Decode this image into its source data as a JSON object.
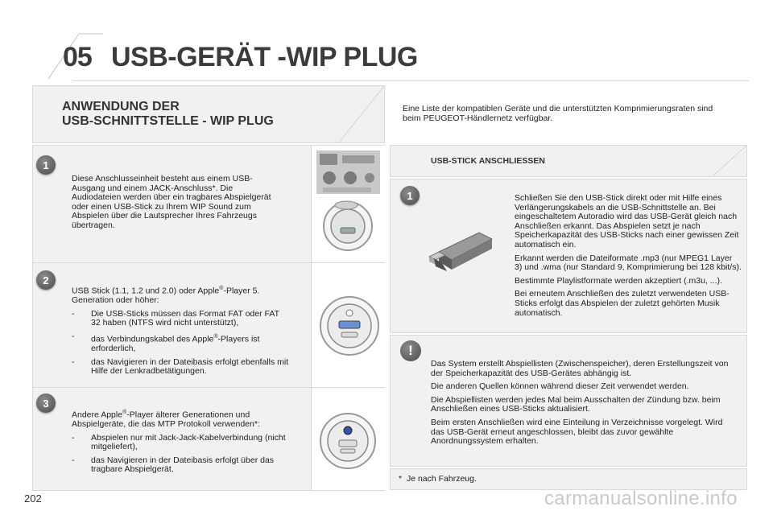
{
  "header": {
    "chapter_number": "05",
    "chapter_title": "USB-GERÄT -WIP PLUG"
  },
  "left": {
    "heading_line1": "ANWENDUNG DER",
    "heading_line2": "USB-SCHNITTSTELLE - WIP PLUG",
    "section1": {
      "badge": "1",
      "text": "Diese Anschlusseinheit besteht aus einem USB-Ausgang und einem JACK-Anschluss*. Die Audiodateien werden über ein tragbares Abspielgerät oder einen USB-Stick zu Ihrem WIP Sound zum Abspielen über die Lautsprecher Ihres Fahrzeugs übertragen."
    },
    "section2": {
      "badge": "2",
      "intro_before": "USB Stick (1.1, 1.2 und 2.0) oder Apple",
      "intro_sup": "®",
      "intro_after": "-Player 5. Generation oder höher:",
      "dash": "-",
      "item1": "Die USB-Sticks müssen das Format FAT oder FAT 32 haben (NTFS wird nicht unterstützt),",
      "item2_before": "das Verbindungskabel des Apple",
      "item2_sup": "®",
      "item2_after": "-Players ist erforderlich,",
      "item3": "das Navigieren in der Dateibasis erfolgt ebenfalls mit Hilfe der Lenkradbetätigungen."
    },
    "section3": {
      "badge": "3",
      "intro_before": "Andere Apple",
      "intro_sup": "®",
      "intro_after": "-Player älterer Generationen und Abspielgeräte, die das MTP Protokoll verwenden*:",
      "dash": "-",
      "item1": "Abspielen nur mit Jack-Jack-Kabelverbindung (nicht mitgeliefert),",
      "item2": "das Navigieren in der Dateibasis erfolgt über das tragbare Abspielgerät."
    }
  },
  "right": {
    "intro": "Eine Liste der kompatiblen Geräte und die unterstützten Komprimierungsraten sind beim PEUGEOT-Händlernetz verfügbar.",
    "usb_heading": "USB-STICK ANSCHLIESSEN",
    "usb_badge": "1",
    "usb_p1": "Schließen Sie den USB-Stick direkt oder mit Hilfe eines Verlängerungskabels an die USB-Schnittstelle an. Bei eingeschaltetem Autoradio wird das USB-Gerät gleich nach Anschließen erkannt. Das Abspielen setzt je nach Speicherkapazität des USB-Sticks nach einer gewissen Zeit automatisch ein.",
    "usb_p2": "Erkannt werden die Dateiformate .mp3 (nur MPEG1 Layer 3) und .wma (nur Standard 9, Komprimierung bei 128 kbit/s).",
    "usb_p3": "Bestimmte Playlistformate werden akzeptiert (.m3u, ...).",
    "usb_p4": "Bei erneutem Anschließen des zuletzt verwendeten USB-Sticks erfolgt das Abspielen der zuletzt gehörten Musik automatisch.",
    "warn_symbol": "!",
    "warn_p1": "Das System erstellt Abspiellisten (Zwischenspeicher), deren Erstellungszeit von der Speicherkapazität des USB-Gerätes abhängig ist.",
    "warn_p2": "Die anderen Quellen können während dieser Zeit verwendet werden.",
    "warn_p3": "Die Abspiellisten werden jedes Mal beim Ausschalten der Zündung bzw. beim Anschließen eines USB-Sticks aktualisiert.",
    "warn_p4": "Beim ersten Anschließen wird eine Einteilung in Verzeichnisse vorgelegt. Wird das USB-Gerät erneut angeschlossen, bleibt das zuvor gewählte Anordnungssystem erhalten.",
    "footnote_star": "*",
    "footnote": "Je nach Fahrzeug."
  },
  "footer": {
    "page_number": "202",
    "watermark": "carmanualsonline.info"
  }
}
